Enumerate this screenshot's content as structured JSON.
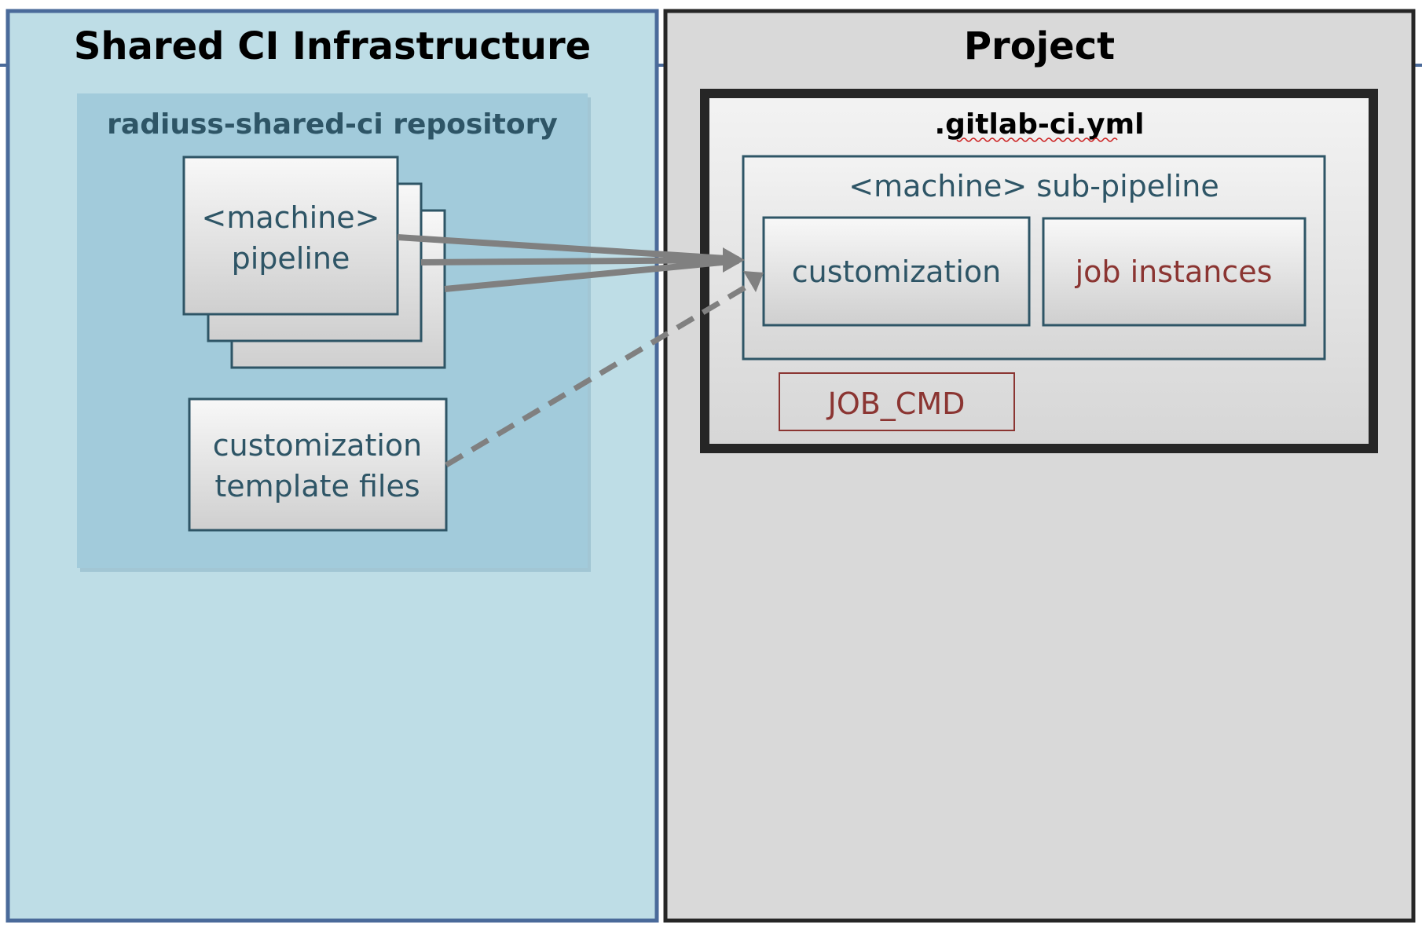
{
  "shared_panel": {
    "title": "Shared CI Infrastructure",
    "repository": {
      "label": "radiuss-shared-ci repository",
      "pipeline_card": {
        "line1": "<machine>",
        "line2": "pipeline"
      },
      "template_card": {
        "line1": "customization",
        "line2": "template files"
      }
    }
  },
  "project_panel": {
    "title": "Project",
    "gitlab_file": {
      "label": ".gitlab-ci.yml",
      "sub_pipeline": {
        "label": "<machine> sub-pipeline",
        "customization": "customization",
        "job_instances": "job instances"
      },
      "job_cmd": "JOB_CMD"
    }
  },
  "colors": {
    "shared_bg": "#bedde6",
    "shared_border": "#4a6a9a",
    "repo_bg": "#a2cbdb",
    "project_bg": "#d9d9d9",
    "project_border": "#262626",
    "teal_text": "#2e5566",
    "red_text": "#8b3532",
    "arrow": "#808080"
  }
}
